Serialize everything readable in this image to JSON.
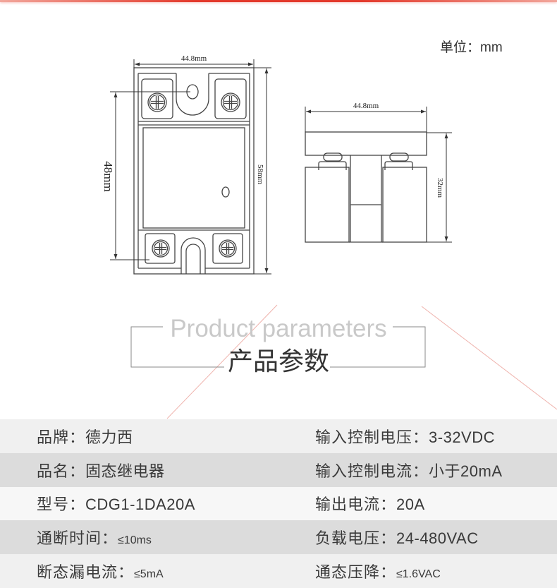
{
  "page": {
    "unit_label": "单位：mm"
  },
  "drawing": {
    "front_width": "44.8mm",
    "front_body_height": "48mm",
    "front_total_height": "58mm",
    "side_width": "44.8mm",
    "side_height": "32mm"
  },
  "heading": {
    "en": "Product parameters",
    "cn": "产品参数"
  },
  "specs": [
    {
      "left": {
        "label": "品牌：",
        "value": "德力西"
      },
      "right": {
        "label": "输入控制电压：",
        "value": "3-32VDC"
      }
    },
    {
      "left": {
        "label": "品名：",
        "value": "固态继电器"
      },
      "right": {
        "label": "输入控制电流：",
        "value": "小于20mA"
      }
    },
    {
      "left": {
        "label": "型号：",
        "value": "CDG1-1DA20A"
      },
      "right": {
        "label": "输出电流：",
        "value": "20A"
      }
    },
    {
      "left": {
        "label": "通断时间：",
        "value": "≤10ms"
      },
      "right": {
        "label": "负载电压：",
        "value": "24-480VAC"
      }
    },
    {
      "left": {
        "label": "断态漏电流：",
        "value": "≤5mA"
      },
      "right": {
        "label": "通态压降：",
        "value": "≤1.6VAC"
      }
    }
  ],
  "colors": {
    "accent_red": "#e3392b",
    "row_light": "#f0f0f0",
    "row_dark": "#dcdcdc",
    "text": "#333333",
    "heading_en": "#c9c9c9",
    "drawing_line": "#444444"
  }
}
